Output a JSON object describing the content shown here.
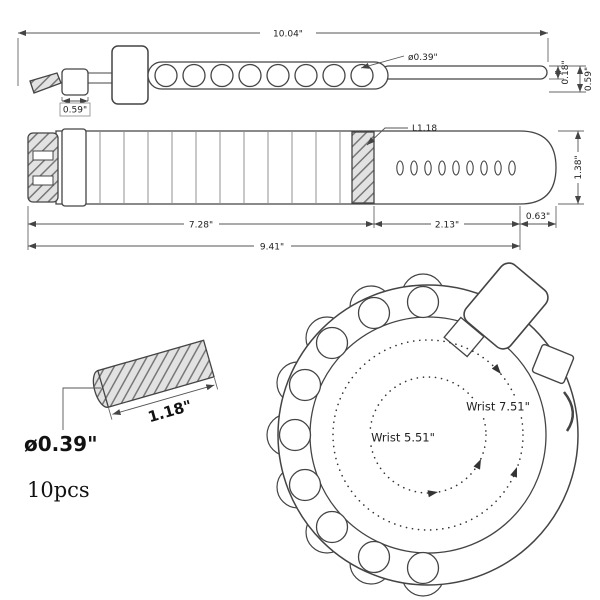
{
  "side_view": {
    "dim_total_length": "10.04\"",
    "dim_bead_diameter": "ø0.39\"",
    "dim_keeper": "0.59\"",
    "dim_strap_thickness": "0.18\"",
    "dim_band_thickness": "0.59\""
  },
  "top_view": {
    "label_pin": "L1.18",
    "dim_band_width": "1.38\"",
    "dim_bead_section": "7.28\"",
    "dim_hole_section": "2.13\"",
    "dim_tip": "0.63\"",
    "dim_subtotal": "9.41\""
  },
  "pin_detail": {
    "dim_length": "1.18\"",
    "dim_diameter": "ø0.39\"",
    "quantity": "10pcs"
  },
  "wrist_view": {
    "label_outer": "Wrist 7.51\"",
    "label_inner": "Wrist 5.51\""
  }
}
